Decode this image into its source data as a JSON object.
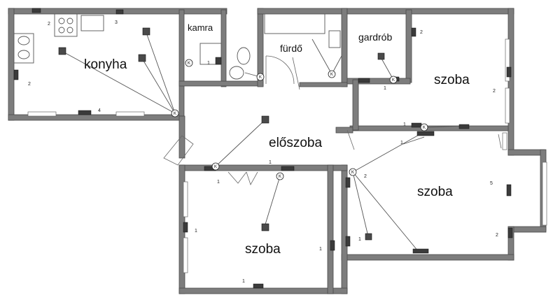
{
  "plan": {
    "rooms": {
      "konyha": "konyha",
      "kamra": "kamra",
      "furdo": "fürdő",
      "gardrob": "gardrób",
      "szoba_ne": "szoba",
      "eloszoba": "előszoba",
      "szoba_e": "szoba",
      "szoba_sw": "szoba"
    },
    "switch_letter": "K",
    "numbers": [
      "2",
      "3",
      "2",
      "4",
      "1",
      "2",
      "1",
      "2",
      "1",
      "1",
      "2",
      "5",
      "2",
      "1",
      "1",
      "1",
      "1",
      "1",
      "1"
    ]
  }
}
